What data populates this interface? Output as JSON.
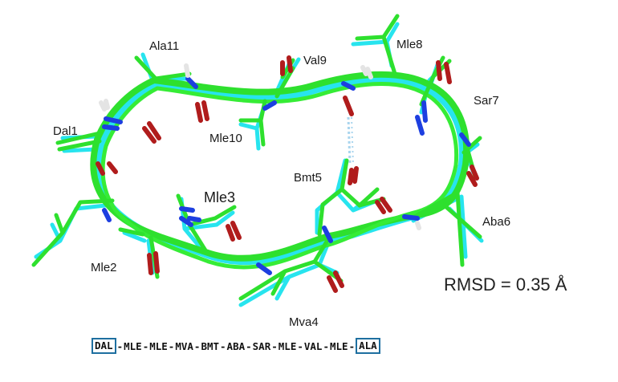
{
  "labels": {
    "dal1": "Dal1",
    "ala11": "Ala11",
    "val9": "Val9",
    "mle8": "Mle8",
    "sar7": "Sar7",
    "mle10": "Mle10",
    "bmt5": "Bmt5",
    "mle3": "Mle3",
    "aba6": "Aba6",
    "mle2": "Mle2",
    "mva4": "Mva4"
  },
  "rmsd_text": "RMSD = 0.35 Å",
  "sequence": [
    "DAL",
    "MLE",
    "MLE",
    "MVA",
    "BMT",
    "ABA",
    "SAR",
    "MLE",
    "VAL",
    "MLE",
    "ALA"
  ],
  "sequence_separator": "-",
  "boxed_residues": [
    "DAL",
    "ALA"
  ],
  "colors": {
    "model_green": "#2ee02e",
    "model_cyan": "#27e4ee",
    "nitrogen": "#1d3fe0",
    "oxygen": "#b01c1c",
    "hydrogen": "#e8e8e8",
    "hbond": "#a9d5ee",
    "box": "#1e6fa0"
  }
}
